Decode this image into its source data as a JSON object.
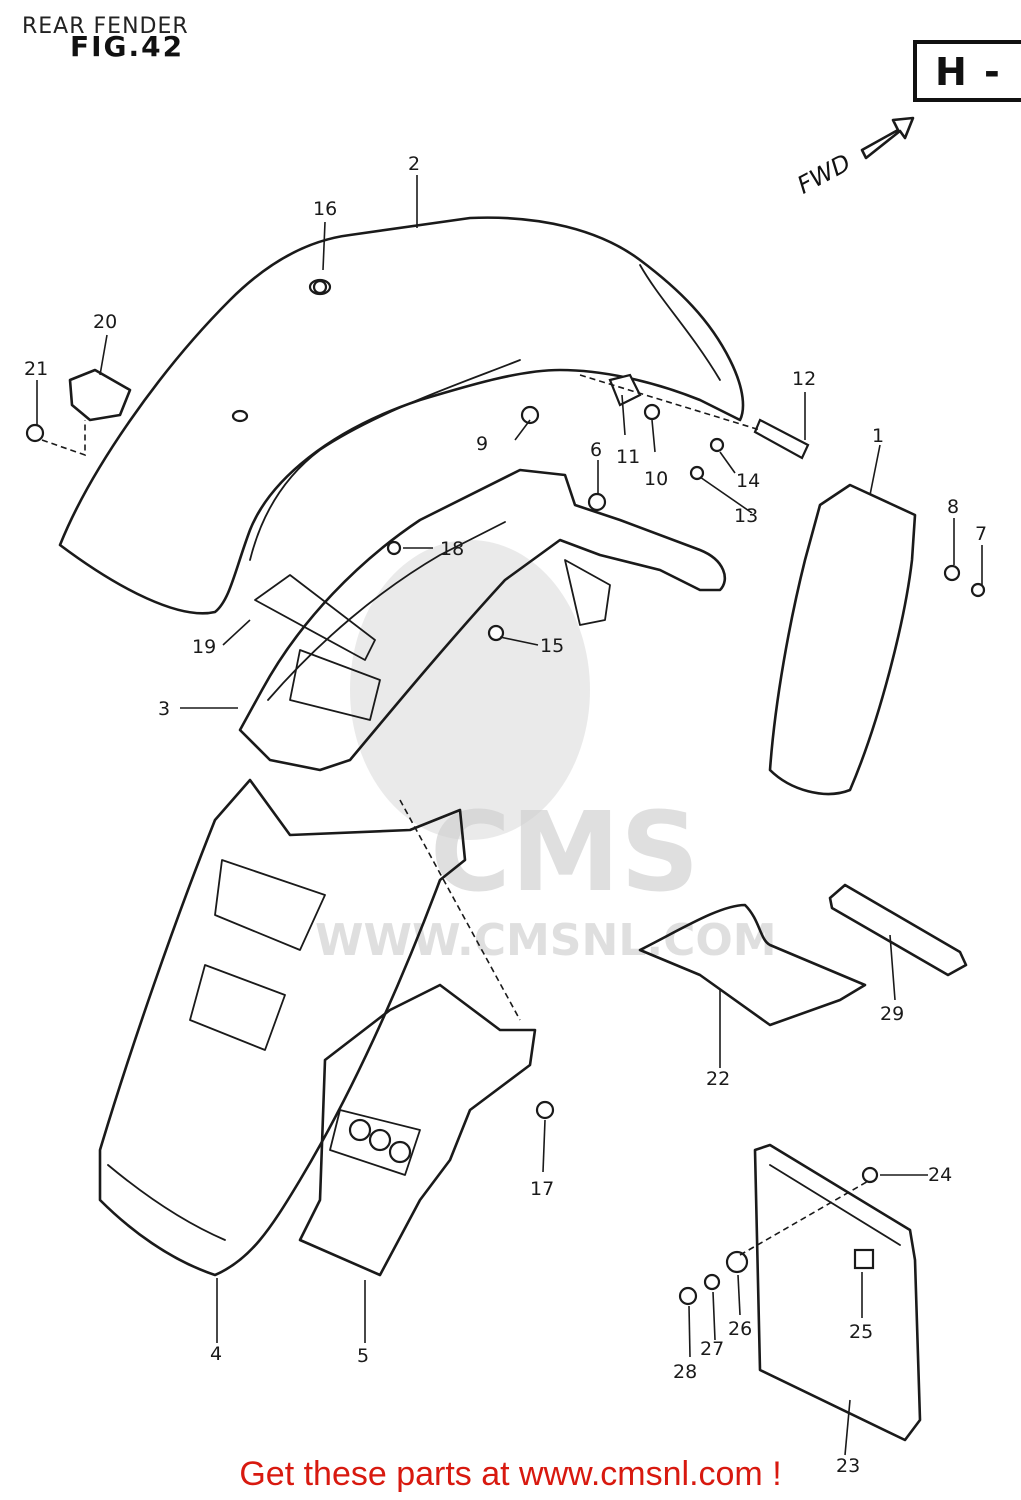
{
  "title": "REAR FENDER",
  "figure": "FIG.42",
  "section_code": "H -",
  "direction_label": "FWD",
  "watermark": {
    "brand": "CMS",
    "url": "WWW.CMSNL.COM"
  },
  "parts": [
    {
      "id": "1"
    },
    {
      "id": "2"
    },
    {
      "id": "3"
    },
    {
      "id": "4"
    },
    {
      "id": "5"
    },
    {
      "id": "6"
    },
    {
      "id": "7"
    },
    {
      "id": "8"
    },
    {
      "id": "9"
    },
    {
      "id": "10"
    },
    {
      "id": "11"
    },
    {
      "id": "12"
    },
    {
      "id": "13"
    },
    {
      "id": "14"
    },
    {
      "id": "15"
    },
    {
      "id": "16"
    },
    {
      "id": "17"
    },
    {
      "id": "18"
    },
    {
      "id": "19"
    },
    {
      "id": "20"
    },
    {
      "id": "21"
    },
    {
      "id": "22"
    },
    {
      "id": "23"
    },
    {
      "id": "24"
    },
    {
      "id": "25"
    },
    {
      "id": "26"
    },
    {
      "id": "27"
    },
    {
      "id": "28"
    },
    {
      "id": "29"
    }
  ],
  "footer": "Get these parts at www.cmsnl.com !"
}
